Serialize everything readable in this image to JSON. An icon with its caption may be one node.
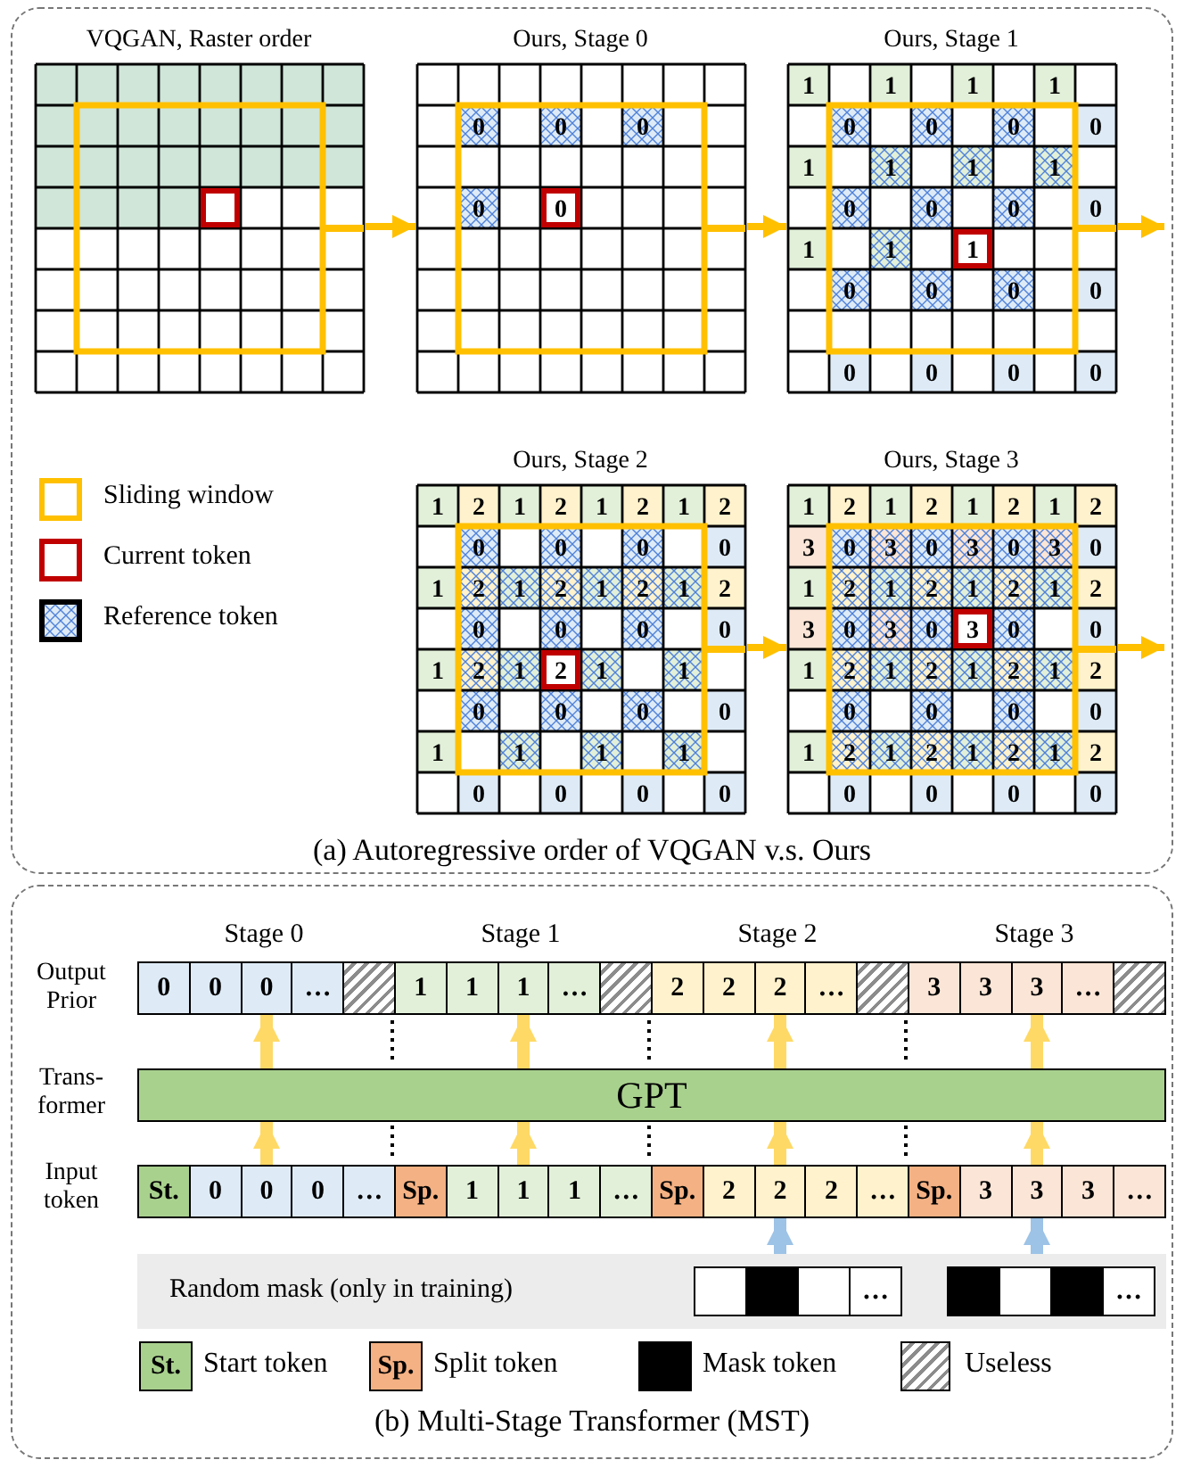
{
  "diagram": {
    "nodes": [
      {
        "text": [
          "(a) Autoregressive order of VQGAN v.s. Ours"
        ]
      },
      {
        "text": [
          "VQGAN, Raster order"
        ],
        "in": 0
      },
      {
        "text": [
          "Ours, Stage 0"
        ],
        "in": 0
      },
      {
        "text": [
          "Ours, Stage 1"
        ],
        "in": 0
      },
      {
        "text": [
          "Ours, Stage 2"
        ],
        "in": 0
      },
      {
        "text": [
          "Ours, Stage 3"
        ],
        "in": 0
      },
      {
        "text": [
          "(b) Multi-Stage Transformer (MST)"
        ]
      },
      {
        "text": [
          "0"
        ],
        "in": 6
      },
      {
        "text": [
          "0"
        ],
        "in": 6
      },
      {
        "text": [
          "0"
        ],
        "in": 6
      },
      {
        "text": [
          "…"
        ],
        "in": 6
      },
      {
        "text": [],
        "shape": "box",
        "in": 6
      },
      {
        "text": [
          "1"
        ],
        "in": 6
      },
      {
        "text": [
          "1"
        ],
        "in": 6
      },
      {
        "text": [
          "1"
        ],
        "in": 6
      },
      {
        "text": [
          "…"
        ],
        "in": 6
      },
      {
        "text": [],
        "shape": "box",
        "in": 6
      },
      {
        "text": [
          "2"
        ],
        "in": 6
      },
      {
        "text": [
          "2"
        ],
        "in": 6
      },
      {
        "text": [
          "2"
        ],
        "in": 6
      },
      {
        "text": [
          "…"
        ],
        "in": 6
      },
      {
        "text": [],
        "shape": "box",
        "in": 6
      },
      {
        "text": [
          "3"
        ],
        "in": 6
      },
      {
        "text": [
          "3"
        ],
        "in": 6
      },
      {
        "text": [
          "3"
        ],
        "in": 6
      },
      {
        "text": [
          "…"
        ],
        "in": 6
      },
      {
        "text": [],
        "shape": "box",
        "in": 6
      },
      {
        "text": [
          "GPT"
        ],
        "in": 6
      },
      {
        "text": [
          "St."
        ],
        "in": 6
      },
      {
        "text": [
          "0"
        ],
        "in": 6
      },
      {
        "text": [
          "0"
        ],
        "in": 6
      },
      {
        "text": [
          "0"
        ],
        "in": 6
      },
      {
        "text": [
          "…"
        ],
        "in": 6
      },
      {
        "text": [
          "Sp."
        ],
        "in": 6
      },
      {
        "text": [
          "1"
        ],
        "in": 6
      },
      {
        "text": [
          "1"
        ],
        "in": 6
      },
      {
        "text": [
          "1"
        ],
        "in": 6
      },
      {
        "text": [
          "…"
        ],
        "in": 6
      },
      {
        "text": [
          "Sp."
        ],
        "in": 6
      },
      {
        "text": [
          "2"
        ],
        "in": 6
      },
      {
        "text": [
          "2"
        ],
        "in": 6
      },
      {
        "text": [
          "2"
        ],
        "in": 6
      },
      {
        "text": [
          "…"
        ],
        "in": 6
      },
      {
        "text": [
          "Sp."
        ],
        "in": 6
      },
      {
        "text": [
          "3"
        ],
        "in": 6
      },
      {
        "text": [
          "3"
        ],
        "in": 6
      },
      {
        "text": [
          "3"
        ],
        "in": 6
      },
      {
        "text": [
          "…"
        ],
        "in": 6
      },
      {
        "text": [
          "Random mask (only in training)"
        ],
        "in": 6
      },
      {
        "text": [],
        "shape": "box",
        "in": 48
      },
      {
        "text": [],
        "shape": "box",
        "in": 48
      },
      {
        "text": [],
        "shape": "box",
        "in": 48
      },
      {
        "text": [
          "…"
        ],
        "in": 48
      },
      {
        "text": [],
        "shape": "box",
        "in": 48
      },
      {
        "text": [],
        "shape": "box",
        "in": 48
      },
      {
        "text": [],
        "shape": "box",
        "in": 48
      },
      {
        "text": [
          "…"
        ],
        "in": 48
      }
    ],
    "edges": [
      {
        "from": 1,
        "to": 2,
        "arrow": "to",
        "color": "#ffc000"
      },
      {
        "from": 2,
        "to": 3,
        "arrow": "to",
        "color": "#ffc000"
      },
      {
        "from": 3,
        "to": null,
        "arrow": "to",
        "color": "#ffc000"
      },
      {
        "from": 4,
        "to": 5,
        "arrow": "to",
        "color": "#ffc000"
      },
      {
        "from": 5,
        "to": null,
        "arrow": "to",
        "color": "#ffc000"
      },
      {
        "from": 30,
        "to": 27,
        "arrow": "to"
      },
      {
        "from": 27,
        "to": 9,
        "arrow": "to"
      },
      {
        "from": 35,
        "to": 27,
        "arrow": "to"
      },
      {
        "from": 27,
        "to": 14,
        "arrow": "to"
      },
      {
        "from": 40,
        "to": 27,
        "arrow": "to"
      },
      {
        "from": 27,
        "to": 19,
        "arrow": "to"
      },
      {
        "from": 45,
        "to": 27,
        "arrow": "to"
      },
      {
        "from": 27,
        "to": 24,
        "arrow": "to"
      },
      {
        "from": 48,
        "to": 40,
        "arrow": "to",
        "color": "#9dc3e6"
      },
      {
        "from": 48,
        "to": 45,
        "arrow": "to",
        "color": "#9dc3e6"
      }
    ],
    "labels": [
      "0",
      "0",
      "0",
      "0",
      "0",
      "1",
      "1",
      "1",
      "1",
      "0",
      "0",
      "0",
      "0",
      "1",
      "1",
      "1",
      "1",
      "0",
      "0",
      "0",
      "0",
      "1",
      "1",
      "1",
      "0",
      "0",
      "0",
      "0",
      "0",
      "0",
      "0",
      "0",
      "1",
      "2",
      "1",
      "2",
      "1",
      "2",
      "1",
      "2",
      "0",
      "0",
      "0",
      "0",
      "1",
      "2",
      "1",
      "2",
      "1",
      "2",
      "1",
      "2",
      "0",
      "0",
      "0",
      "0",
      "1",
      "2",
      "1",
      "2",
      "1",
      "1",
      "0",
      "0",
      "0",
      "0",
      "1",
      "1",
      "1",
      "1",
      "0",
      "0",
      "0",
      "0",
      "1",
      "2",
      "1",
      "2",
      "1",
      "2",
      "1",
      "2",
      "3",
      "0",
      "3",
      "0",
      "3",
      "0",
      "3",
      "0",
      "1",
      "2",
      "1",
      "2",
      "1",
      "2",
      "1",
      "2",
      "3",
      "0",
      "3",
      "0",
      "3",
      "0",
      "0",
      "1",
      "2",
      "1",
      "2",
      "1",
      "2",
      "1",
      "2",
      "0",
      "0",
      "0",
      "0",
      "1",
      "2",
      "1",
      "2",
      "1",
      "2",
      "1",
      "2",
      "0",
      "0",
      "0",
      "0",
      "Stage 0",
      "Stage 1",
      "Stage 2",
      "Stage 3",
      "Output Prior",
      "Trans- former",
      "Input token",
      "St.",
      "Sp."
    ],
    "legend": [
      {
        "text": "Sliding window"
      },
      {
        "text": "Current token"
      },
      {
        "text": "Reference token"
      },
      {
        "text": "Start token",
        "color": "#a9d18e"
      },
      {
        "text": "Split token",
        "color": "#f4b183"
      },
      {
        "text": "Mask token",
        "color": "#000000"
      },
      {
        "text": "Useless"
      }
    ]
  }
}
